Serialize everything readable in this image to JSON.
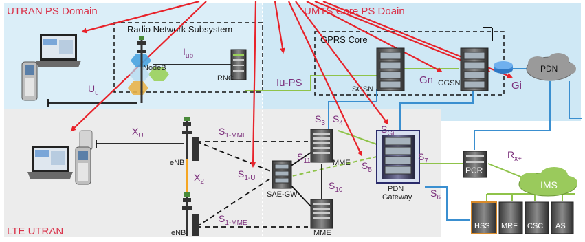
{
  "regions": {
    "utran_ps": "UTRAN PS Domain",
    "umts_core": "UMTS Core PS Doain",
    "lte_utran": "LTE UTRAN",
    "rns": "Radio Network Subsystem",
    "gprs_core": "GPRS Core"
  },
  "nodes": {
    "nodeb": "NodeB",
    "rnc": "RNC",
    "sgsn": "SGSN",
    "ggsn": "GGSN",
    "pdn": "PDN",
    "enb_top": "eNB",
    "enb_bottom": "eNB",
    "mme_top": "MME",
    "mme_bottom": "MME",
    "sae_gw": "SAE-GW",
    "pdn_gateway_line1": "PDN",
    "pdn_gateway_line2": "Gateway",
    "pcr": "PCR",
    "ims": "IMS",
    "hss": "HSS",
    "mrf": "MRF",
    "csc": "CSC",
    "as": "AS"
  },
  "interfaces": {
    "iub_main": "I",
    "iub_sub": "ub",
    "uu_main": "U",
    "uu_sub": "u",
    "iups": "Iu-PS",
    "gn_main": "Gn",
    "gi": "Gi",
    "xu_main": "X",
    "xu_sub": "U",
    "x2_main": "X",
    "x2_sub": "2",
    "s1mme_top_main": "S",
    "s1mme_top_sub": "1-MME",
    "s1u_main": "S",
    "s1u_sub": "1-U",
    "s1mme_bottom_main": "S",
    "s1mme_bottom_sub": "1-MME",
    "s3_main": "S",
    "s3_sub": "3",
    "s4_main": "S",
    "s4_sub": "4",
    "s11_main": "S",
    "s11_sub": "11",
    "s5_main": "S",
    "s5_sub": "5",
    "s10_main": "S",
    "s10_sub": "10",
    "sgi_main": "S",
    "sgi_sub": "Gi",
    "s7_main": "S",
    "s7_sub": "7",
    "s6_main": "S",
    "s6_sub": "6",
    "rx_main": "R",
    "rx_sub": "x+"
  },
  "colors": {
    "region_label": "#d9324a",
    "arrow": "#e8222a",
    "core_bg": "#cfe8f5",
    "lte_bg": "#ececec",
    "link_green": "#8fc34a",
    "link_blue": "#3a8fd0",
    "interface_text": "#7b2f7b",
    "cloud": "#9aca5c"
  }
}
